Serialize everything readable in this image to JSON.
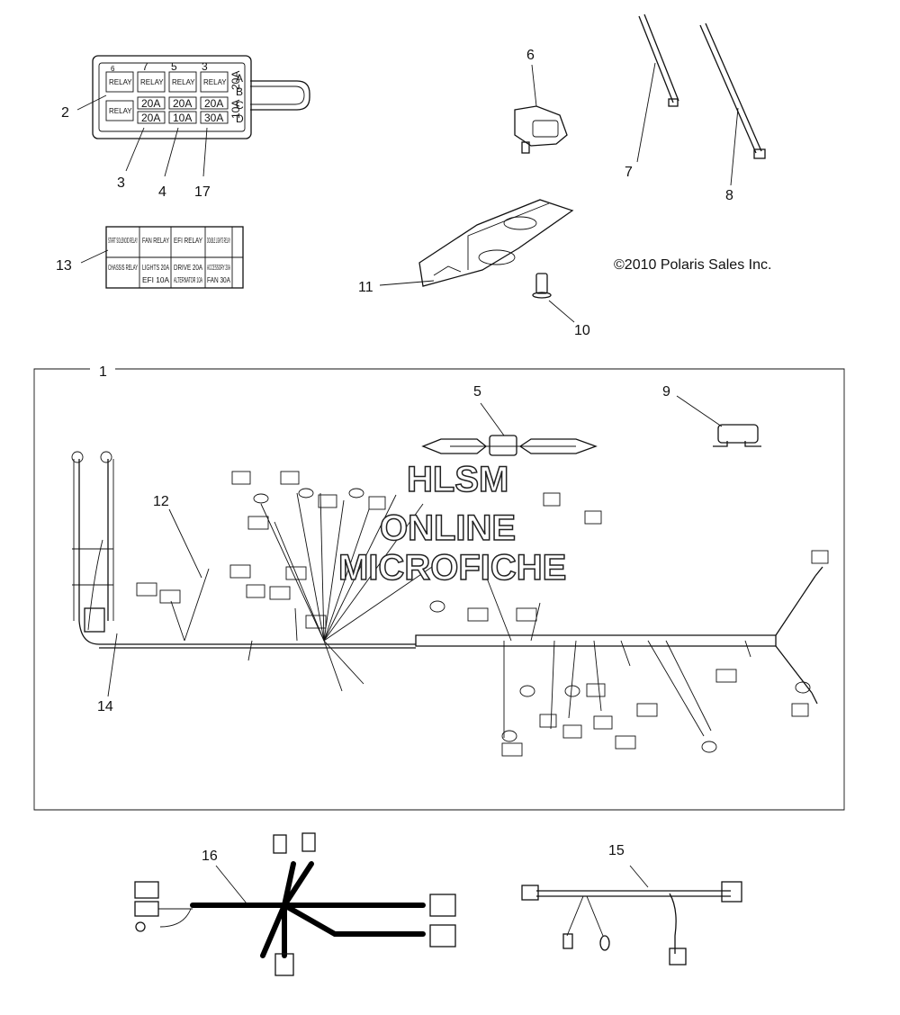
{
  "copyright": "©2010 Polaris Sales Inc.",
  "watermark": {
    "line1": "HLSM",
    "line2": "ONLINE",
    "line3": "MICROFICHE"
  },
  "callouts": {
    "c1": "1",
    "c2": "2",
    "c3": "3",
    "c4": "4",
    "c5": "5",
    "c6": "6",
    "c7": "7",
    "c8": "8",
    "c9": "9",
    "c10": "10",
    "c11": "11",
    "c12": "12",
    "c13": "13",
    "c14": "14",
    "c15": "15",
    "c16": "16",
    "c17": "17"
  },
  "fuse_box": {
    "top_slots": [
      "6",
      "7",
      "5",
      "3"
    ],
    "side_letters": [
      "A",
      "B",
      "C",
      "D"
    ],
    "relay_label": "RELAY",
    "fuses": [
      "20A",
      "20A",
      "20A",
      "20A",
      "10A",
      "30A"
    ],
    "side_fuses": [
      "20A",
      "10A"
    ]
  },
  "decal": {
    "row1": [
      "START SOLENOID RELAY",
      "FAN RELAY",
      "EFI RELAY",
      "DOUBLE LIGHTS RELAY"
    ],
    "row2": [
      "CHASSIS RELAY",
      "LIGHTS 20A",
      "DRIVE 20A",
      "ACCESSORY 20A"
    ],
    "row3": [
      "",
      "EFI 10A",
      "ALTERNATOR 10A",
      "FAN 30A"
    ]
  }
}
